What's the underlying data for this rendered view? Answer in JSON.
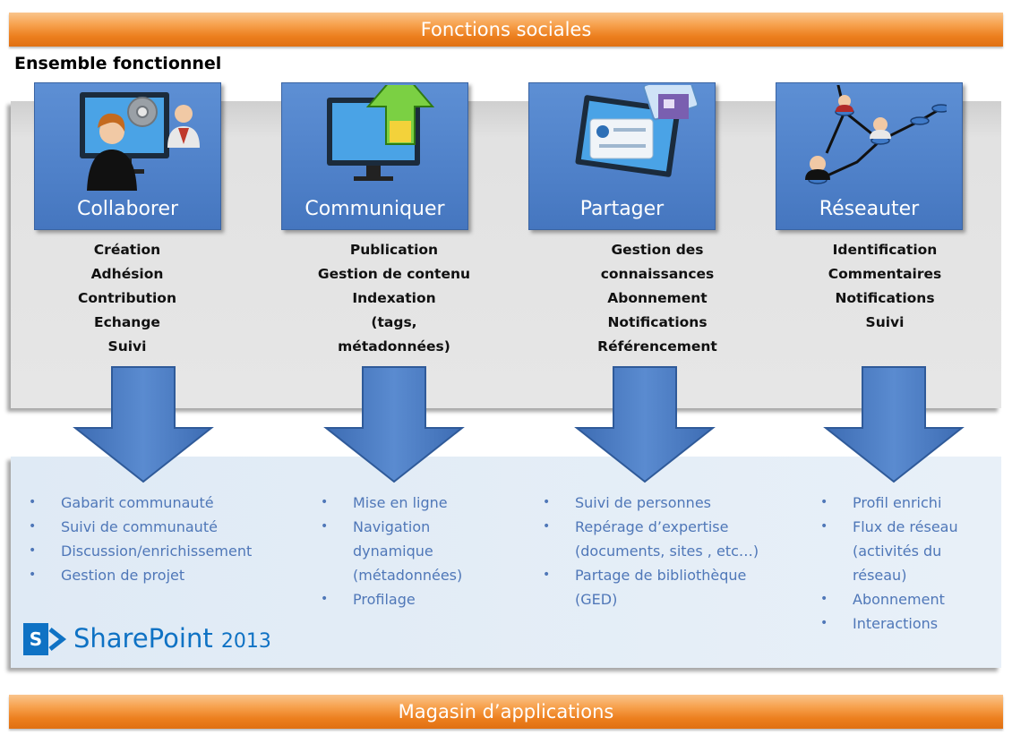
{
  "header": {
    "title": "Fonctions sociales"
  },
  "footer": {
    "title": "Magasin d’applications"
  },
  "section_label": "Ensemble fonctionnel",
  "columns": [
    {
      "label": "Collaborer",
      "icon": "collaboration-icon",
      "features": [
        "Création",
        "Adhésion",
        "Contribution",
        "Echange",
        "Suivi"
      ],
      "bullets": [
        "Gabarit communauté",
        "Suivi de communauté",
        "Discussion/enrichissement",
        "Gestion de projet"
      ]
    },
    {
      "label": "Communiquer",
      "icon": "publish-monitor-icon",
      "features": [
        "Publication",
        "Gestion de contenu",
        "Indexation",
        "(tags,",
        "métadonnées)"
      ],
      "bullets": [
        "Mise en ligne",
        "Navigation",
        "dynamique",
        "(métadonnées)",
        "Profilage"
      ]
    },
    {
      "label": "Partager",
      "icon": "share-monitor-icon",
      "features": [
        "Gestion des",
        "connaissances",
        "Abonnement",
        "Notifications",
        "Référencement"
      ],
      "bullets": [
        "Suivi de personnes",
        "Repérage d’expertise",
        "(documents, sites , etc…)",
        "Partage de bibliothèque",
        "(GED)"
      ]
    },
    {
      "label": "Réseauter",
      "icon": "network-icon",
      "features": [
        "Identification",
        "Commentaires",
        "Notifications",
        "Suivi"
      ],
      "bullets": [
        "Profil enrichi",
        "Flux de réseau",
        "(activités du",
        "réseau)",
        "Abonnement",
        "Interactions"
      ]
    }
  ],
  "logo": {
    "mark": "S",
    "name": "SharePoint",
    "version": "2013"
  },
  "colors": {
    "orange": "#ec7f1e",
    "tile_blue": "#4f81c9",
    "bullet_text": "#4f77b8",
    "sharepoint": "#0f72c4"
  }
}
